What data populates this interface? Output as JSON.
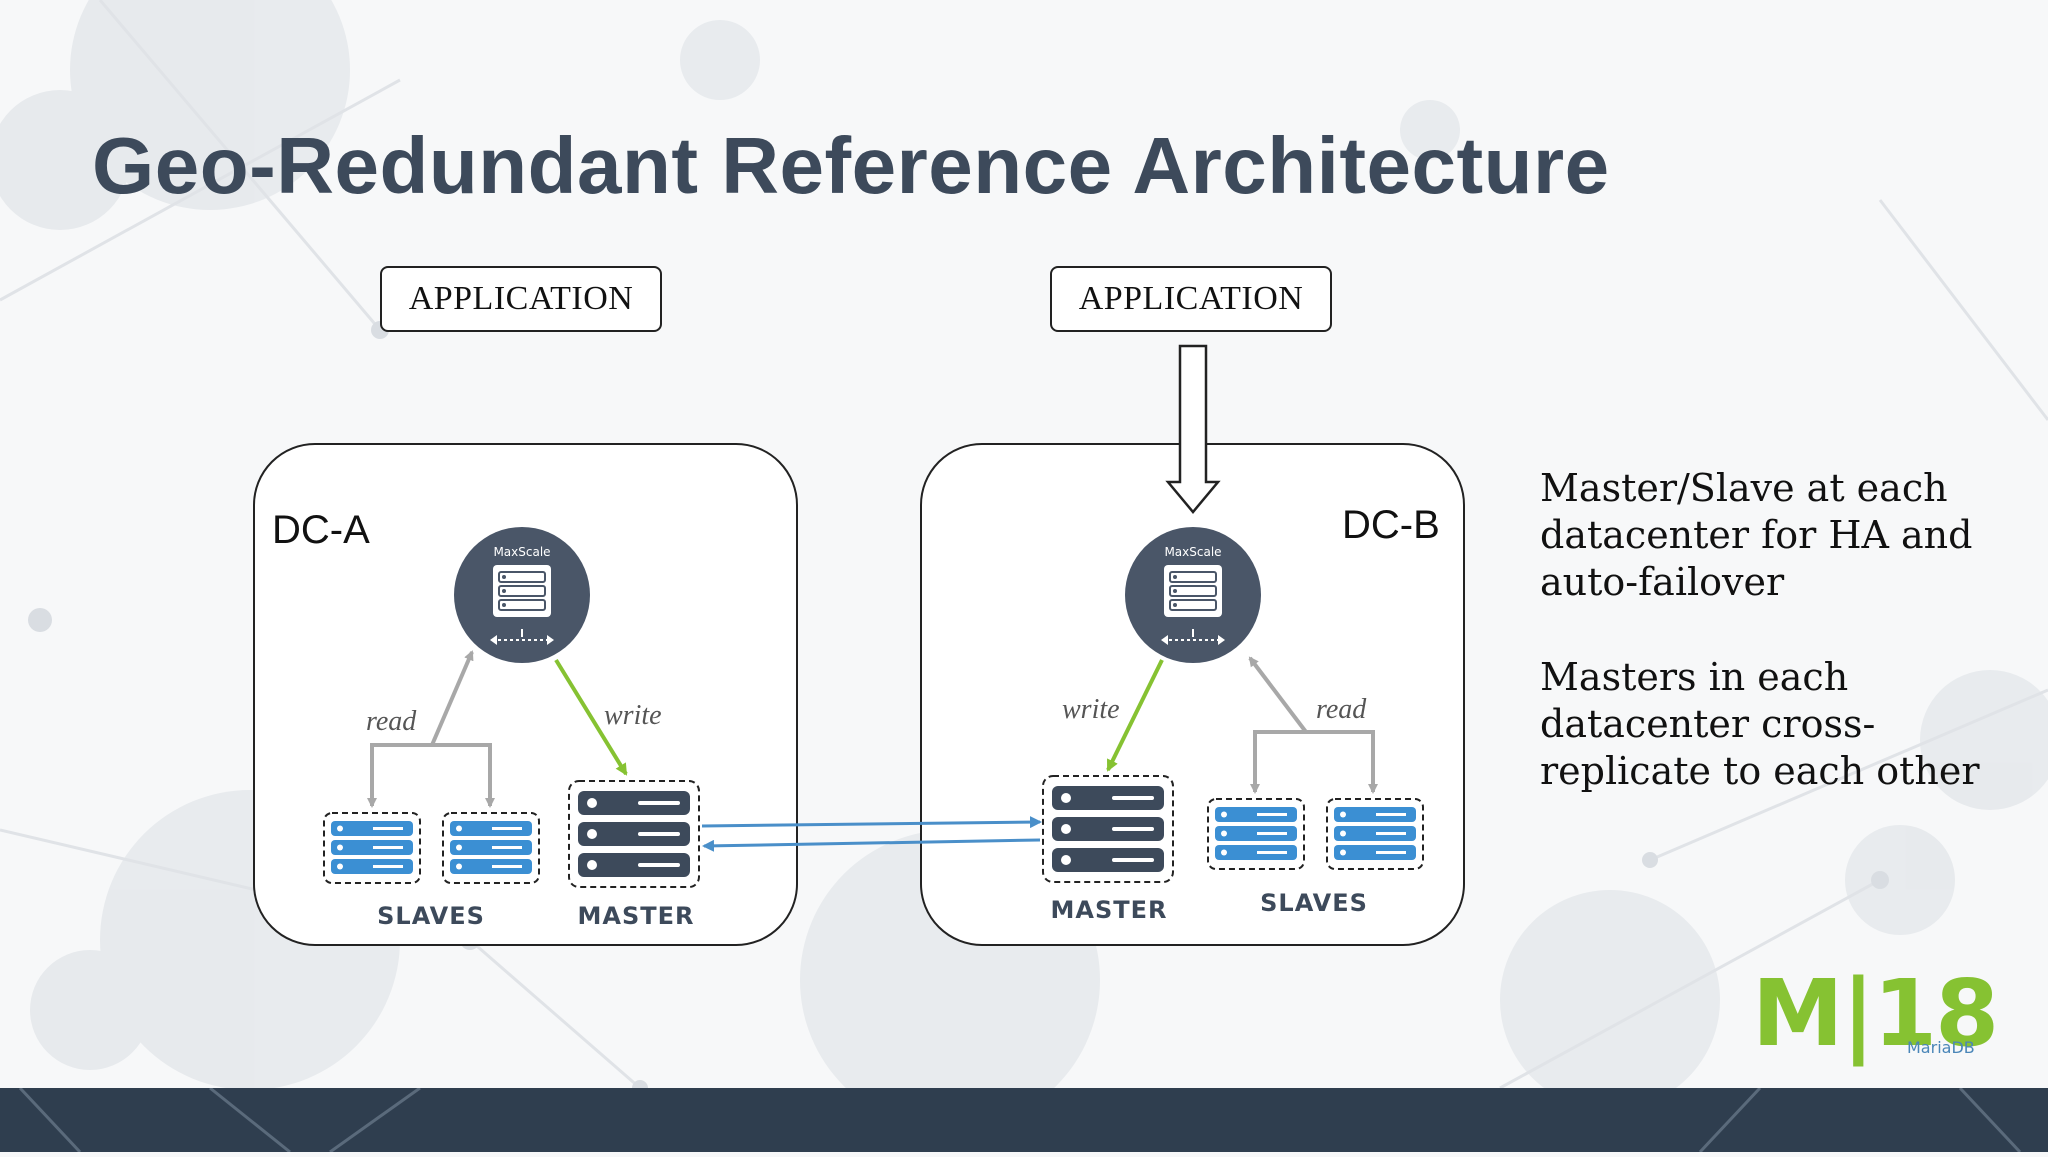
{
  "slide": {
    "title": "Geo-Redundant Reference Architecture"
  },
  "diagram": {
    "app_a_label": "APPLICATION",
    "app_b_label": "APPLICATION",
    "dc_a": {
      "name": "DC-A",
      "proxy_label": "MaxScale",
      "read_label": "read",
      "write_label": "write",
      "slaves_label": "SLAVES",
      "master_label": "MASTER"
    },
    "dc_b": {
      "name": "DC-B",
      "proxy_label": "MaxScale",
      "read_label": "read",
      "write_label": "write",
      "slaves_label": "SLAVES",
      "master_label": "MASTER"
    },
    "colors": {
      "write_arrow": "#86c232",
      "read_arrow": "#a8a8a8",
      "replication_arrow": "#4a8fc9",
      "master_server": "#3d4a5b",
      "slave_server": "#3b8fd3",
      "proxy_circle": "#4a5668"
    }
  },
  "notes": {
    "note_1": "Master/Slave at each datacenter for HA and auto-failover",
    "note_2": "Masters in each datacenter cross-replicate to each other"
  },
  "logo": {
    "mark": "M|18",
    "sub": "MariaDB"
  }
}
